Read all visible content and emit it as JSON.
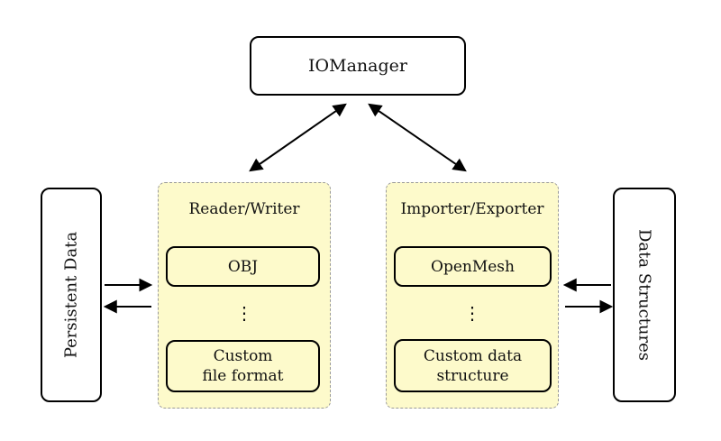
{
  "colors": {
    "background": "#ffffff",
    "panel_fill": "#fdfacb",
    "panel_border": "#999999",
    "node_fill": "#ffffff",
    "node_border": "#000000",
    "arrow": "#000000",
    "text": "#111111"
  },
  "nodes": {
    "iomanager": {
      "label": "IOManager"
    },
    "persistent_data": {
      "label": "Persistent Data"
    },
    "data_structures": {
      "label": "Data Structures"
    },
    "reader_writer": {
      "title": "Reader/Writer",
      "item1": "OBJ",
      "dots": "⋮",
      "item2_line1": "Custom",
      "item2_line2": "file format"
    },
    "importer_exporter": {
      "title": "Importer/Exporter",
      "item1": "OpenMesh",
      "dots": "⋮",
      "item2_line1": "Custom data",
      "item2_line2": "structure"
    }
  },
  "arrows": [
    {
      "name": "iomanager-readerwriter",
      "direction": "double"
    },
    {
      "name": "iomanager-importerexporter",
      "direction": "double"
    },
    {
      "name": "persistentdata-to-readerwriter",
      "direction": "right"
    },
    {
      "name": "readerwriter-to-persistentdata",
      "direction": "left"
    },
    {
      "name": "datastructures-to-importerexporter",
      "direction": "left"
    },
    {
      "name": "importerexporter-to-datastructures",
      "direction": "right"
    }
  ]
}
